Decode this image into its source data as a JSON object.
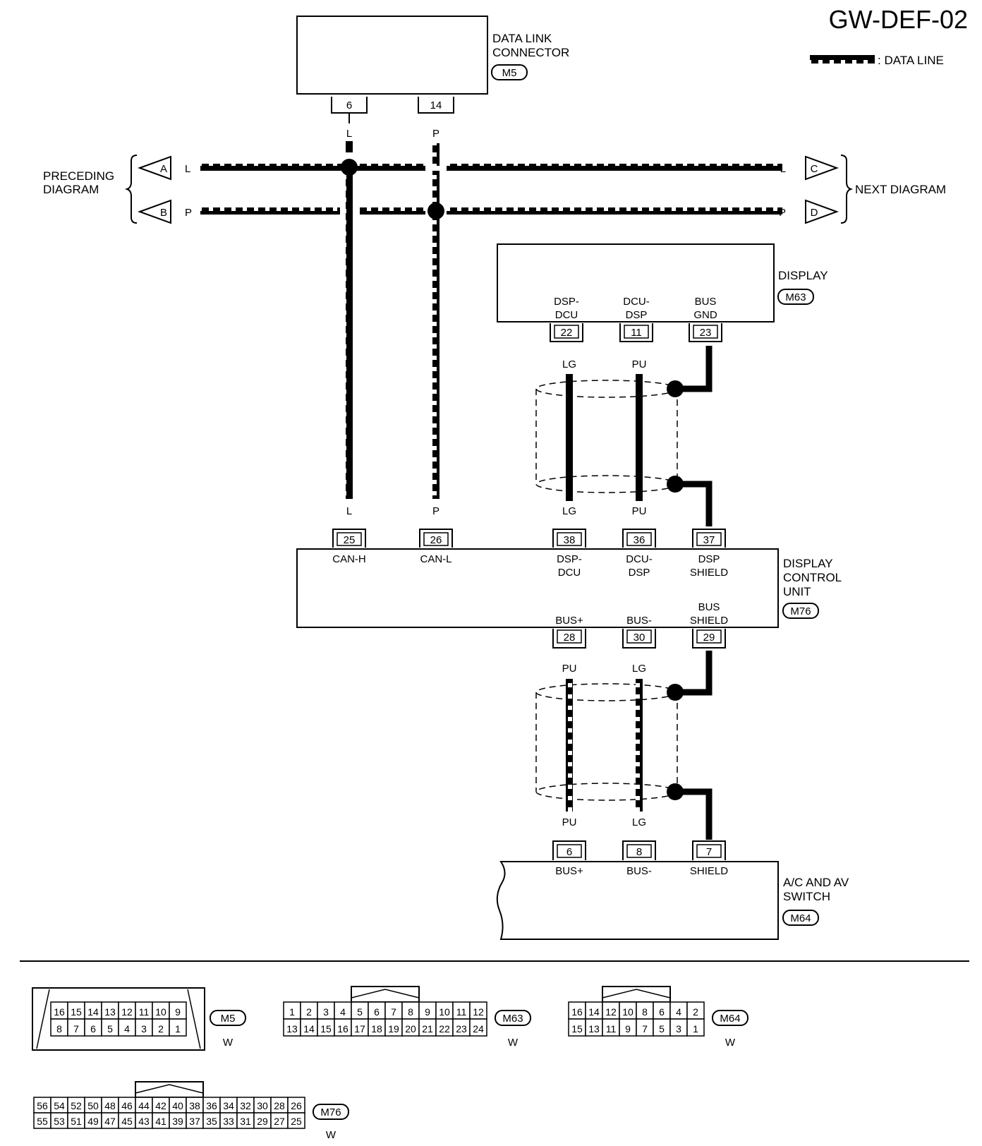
{
  "header": {
    "title": "GW-DEF-02",
    "legend_label": ": DATA LINE"
  },
  "nav": {
    "preceding": [
      "PRECEDING",
      "DIAGRAM"
    ],
    "next": "NEXT DIAGRAM",
    "a": "A",
    "b": "B",
    "c": "C",
    "d": "D",
    "l": "L",
    "p": "P"
  },
  "components": {
    "dlc": {
      "name": [
        "DATA LINK",
        "CONNECTOR"
      ],
      "connector": "M5"
    },
    "display": {
      "name": "DISPLAY",
      "connector": "M63"
    },
    "dcu": {
      "name": [
        "DISPLAY",
        "CONTROL",
        "UNIT"
      ],
      "connector": "M76"
    },
    "acav": {
      "name": [
        "A/C AND AV",
        "SWITCH"
      ],
      "connector": "M64"
    }
  },
  "pins": {
    "dlc": [
      "6",
      "14"
    ],
    "display": [
      "22",
      "11",
      "23"
    ],
    "display_labels": [
      [
        "DSP-",
        "DCU"
      ],
      [
        "DCU-",
        "DSP"
      ],
      [
        "BUS",
        "GND"
      ]
    ],
    "dcu_top": [
      "25",
      "26",
      "38",
      "36",
      "37"
    ],
    "dcu_top_labels": [
      [
        "CAN-H"
      ],
      [
        "CAN-L"
      ],
      [
        "DSP-",
        "DCU"
      ],
      [
        "DCU-",
        "DSP"
      ],
      [
        "DSP",
        "SHIELD"
      ]
    ],
    "dcu_bottom": [
      "28",
      "30",
      "29"
    ],
    "dcu_bottom_labels": [
      [
        "BUS+"
      ],
      [
        "BUS-"
      ],
      [
        "BUS",
        "SHIELD"
      ]
    ],
    "acav": [
      "6",
      "8",
      "7"
    ],
    "acav_labels": [
      "BUS+",
      "BUS-",
      "SHIELD"
    ]
  },
  "wire_colors": {
    "l": "L",
    "p": "P",
    "lg": "LG",
    "pu": "PU"
  },
  "connector_faces": {
    "m5": {
      "top": [
        "16",
        "15",
        "14",
        "13",
        "12",
        "11",
        "10",
        "9"
      ],
      "bottom": [
        "8",
        "7",
        "6",
        "5",
        "4",
        "3",
        "2",
        "1"
      ],
      "id": "M5",
      "color": "W"
    },
    "m63": {
      "top": [
        "1",
        "2",
        "3",
        "4",
        "5",
        "6",
        "7",
        "8",
        "9",
        "10",
        "11",
        "12"
      ],
      "bottom": [
        "13",
        "14",
        "15",
        "16",
        "17",
        "18",
        "19",
        "20",
        "21",
        "22",
        "23",
        "24"
      ],
      "id": "M63",
      "color": "W"
    },
    "m64": {
      "top": [
        "16",
        "14",
        "12",
        "10",
        "8",
        "6",
        "4",
        "2"
      ],
      "bottom": [
        "15",
        "13",
        "11",
        "9",
        "7",
        "5",
        "3",
        "1"
      ],
      "id": "M64",
      "color": "W"
    },
    "m76": {
      "top": [
        "56",
        "54",
        "52",
        "50",
        "48",
        "46",
        "44",
        "42",
        "40",
        "38",
        "36",
        "34",
        "32",
        "30",
        "28",
        "26"
      ],
      "bottom": [
        "55",
        "53",
        "51",
        "49",
        "47",
        "45",
        "43",
        "41",
        "39",
        "37",
        "35",
        "33",
        "31",
        "29",
        "27",
        "25"
      ],
      "id": "M76",
      "color": "W"
    }
  }
}
